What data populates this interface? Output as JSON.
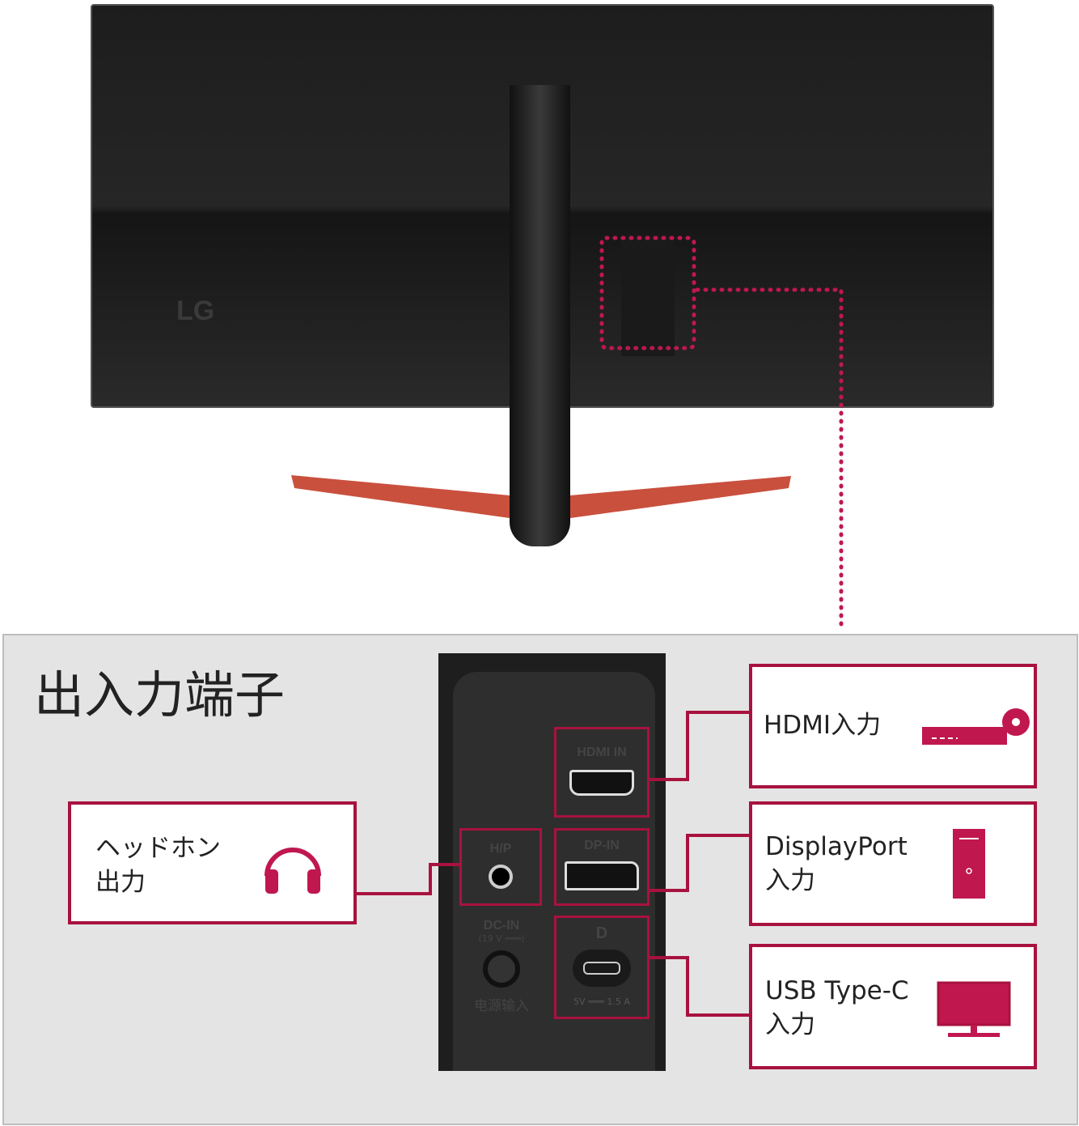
{
  "brand": "LG",
  "title": "出入力端子",
  "ports": {
    "hdmi": "HDMI IN",
    "hp": "H/P",
    "dp": "DP-IN",
    "dc": "DC-IN",
    "dc_volt": "(19 V ═══)",
    "dc_cn": "电源输入",
    "usbc_rating": "5V ═══ 1.5 A"
  },
  "labels": {
    "hdmi": "HDMI入力",
    "dp_1": "DisplayPort",
    "dp_2": "入力",
    "usbc_1": "USB Type-C",
    "usbc_2": "入力",
    "hp_1": "ヘッドホン",
    "hp_2": "出力"
  },
  "colors": {
    "accent": "#c0174f",
    "frame": "#a8123f"
  }
}
